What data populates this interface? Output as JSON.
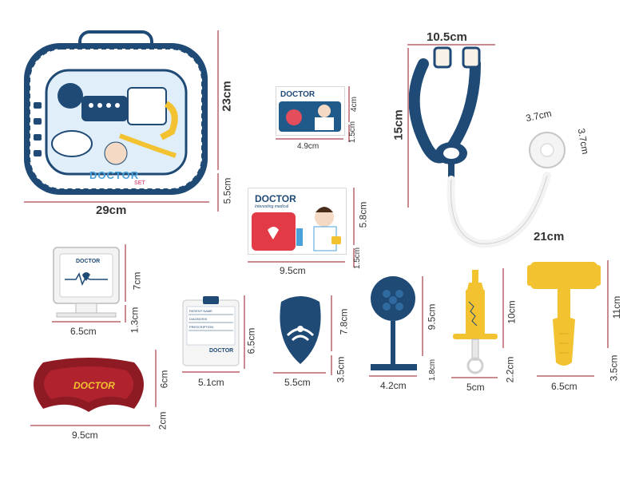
{
  "packaging": {
    "logo_text": "DOCTOR",
    "logo_sub": "SET",
    "width_label": "29cm",
    "height_label": "23cm",
    "depth_label": "5.5cm"
  },
  "card_small": {
    "title": "DOCTOR",
    "width_label": "4.9cm",
    "height_label": "4cm",
    "depth_label": "1.5cm"
  },
  "card_large": {
    "title": "DOCTOR",
    "subtitle": "Interesting medical",
    "width_label": "9.5cm",
    "height_label": "5.8cm",
    "depth_label": "1.5cm"
  },
  "stethoscope": {
    "width_label": "10.5cm",
    "height_label": "15cm",
    "length_label": "21cm",
    "chest_w_label": "3.7cm",
    "chest_h_label": "3.7cm"
  },
  "monitor": {
    "screen_text": "DOCTOR",
    "width_label": "6.5cm",
    "height_label": "7cm",
    "depth_label": "1.3cm"
  },
  "clipboard": {
    "field1": "PATIENT NAME",
    "field2": "DIAGNOSIS",
    "field3": "PRESCRIPTION",
    "badge": "DOCTOR",
    "width_label": "5.1cm",
    "height_label": "6.5cm"
  },
  "bp_cuff": {
    "width_label": "5.5cm",
    "height_label": "7.8cm",
    "depth_label": "3.5cm"
  },
  "mirror": {
    "width_label": "4.2cm",
    "height_label": "9.5cm",
    "depth_label": "1.8cm"
  },
  "syringe": {
    "width_label": "5cm",
    "height_label": "10cm",
    "depth_label": "2.2cm"
  },
  "hammer": {
    "width_label": "6.5cm",
    "height_label": "11cm",
    "depth_label": "3.5cm"
  },
  "tray": {
    "logo": "DOCTOR",
    "width_label": "9.5cm",
    "height_label": "6cm",
    "depth_label": "2cm"
  },
  "colors": {
    "navy": "#1f4a75",
    "yellow": "#f2c230",
    "maroon": "#8e1b24",
    "dimension": "#c98a90"
  }
}
